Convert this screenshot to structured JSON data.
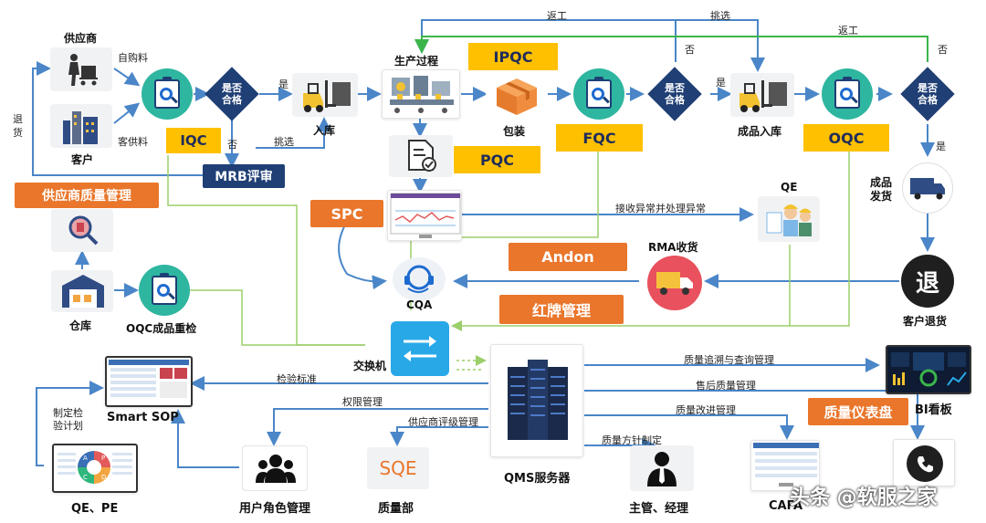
{
  "nodes": {
    "supplier": "供应商",
    "customer": "客户",
    "warehouse_in": "入库",
    "production": "生产过程",
    "packing": "包装",
    "finished_in": "成品入库",
    "ship": "成品\n发货",
    "qe": "QE",
    "rma": "RMA收货",
    "return_cust": "客户退货",
    "return_glyph": "退",
    "warehouse": "仓库",
    "oqc_recheck": "OQC成品重检",
    "cqa": "CQA",
    "switch": "交换机",
    "smart_sop": "Smart SOP",
    "qms": "QMS服务器",
    "bi": "BI看板",
    "cafa": "CAFA",
    "user_role": "用户角色管理",
    "quality_dept": "质量部",
    "manager": "主管、经理",
    "qe_pe": "QE、PE",
    "sqe": "SQE"
  },
  "tags": {
    "iqc": "IQC",
    "ipqc": "IPQC",
    "pqc": "PQC",
    "fqc": "FQC",
    "oqc": "OQC",
    "mrb": "MRB评审",
    "supplier_qm": "供应商质量管理",
    "spc": "SPC",
    "andon": "Andon",
    "red_card": "红牌管理",
    "dashboard": "质量仪表盘"
  },
  "decisions": {
    "d1": "是否\n合格",
    "d2": "是否\n合格",
    "d3": "是否\n合格"
  },
  "edge_labels": {
    "self_purchase": "自购料",
    "customer_supplied": "客供料",
    "yes1": "是",
    "no1": "否",
    "pick1": "挑选",
    "rework1": "返工",
    "pick2": "挑选",
    "rework2": "返工",
    "yes2": "是",
    "no2": "否",
    "no3": "否",
    "yes3": "是",
    "return_goods": "退\n货",
    "receive_abnormal": "接收异常并处理异常",
    "inspection_std": "检验标准",
    "perm_mgmt": "权限管理",
    "supplier_eval": "供应商评级管理",
    "quality_trace": "质量追溯与查询管理",
    "after_sales": "售后质量管理",
    "quality_improve": "质量改进管理",
    "quality_policy": "质量方针制定",
    "make_plan": "制定检\n验计划"
  },
  "donut_letters": [
    "A",
    "P",
    "D",
    "C"
  ],
  "watermark": "头条 @软服之家",
  "colors": {
    "navy": "#1F3F75",
    "yellow": "#FFC000",
    "orange": "#E9762B",
    "teal": "#2EB6A0",
    "blue_line": "#4A86C8",
    "green_line": "#3BB54A",
    "dashed_green": "#9BCF6A"
  }
}
